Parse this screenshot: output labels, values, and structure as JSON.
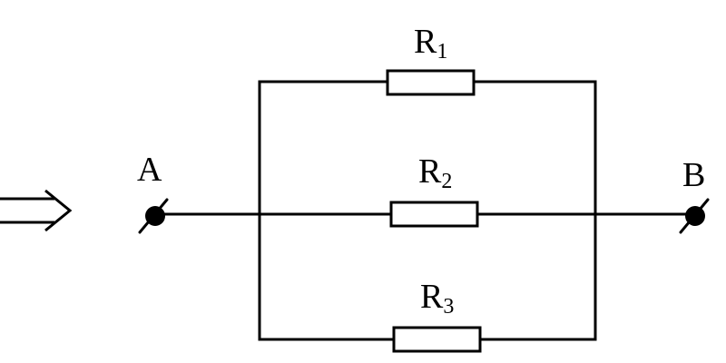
{
  "diagram": {
    "terminals": {
      "a_label": "A",
      "b_label": "B"
    },
    "resistors": [
      {
        "letter": "R",
        "index": "1"
      },
      {
        "letter": "R",
        "index": "2"
      },
      {
        "letter": "R",
        "index": "3"
      }
    ],
    "symbols": {
      "implies": "⇒"
    }
  }
}
